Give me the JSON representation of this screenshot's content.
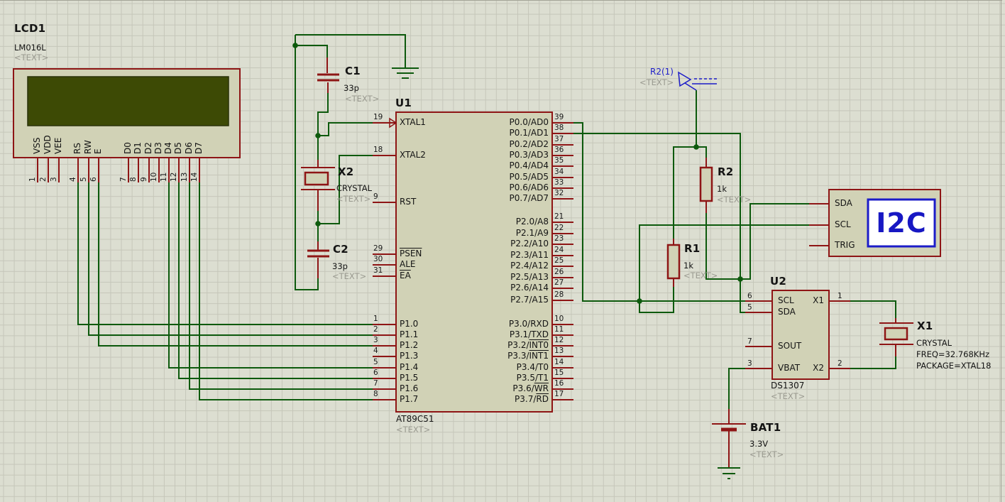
{
  "palette": {
    "canvas_bg": "#dcded1",
    "grid_line": "#c5c6b9",
    "wire_green": "#0d5a0d",
    "component_red": "#8e1515",
    "component_fill": "#d1d2b6",
    "lcd_screen_green": "#3d4a05",
    "placeholder_grey": "#9a9a90",
    "accent_blue": "#1c1cc8"
  },
  "lcd1": {
    "ref": "LCD1",
    "model": "LM016L",
    "placeholder": "<TEXT>",
    "pin_names": [
      "VSS",
      "VDD",
      "VEE",
      "RS",
      "RW",
      "E",
      "D0",
      "D1",
      "D2",
      "D3",
      "D4",
      "D5",
      "D6",
      "D7"
    ],
    "pin_numbers": [
      "1",
      "2",
      "3",
      "4",
      "5",
      "6",
      "7",
      "8",
      "9",
      "10",
      "11",
      "12",
      "13",
      "14"
    ]
  },
  "u1": {
    "ref": "U1",
    "part": "AT89C51",
    "placeholder": "<TEXT>",
    "left_pins": [
      {
        "num": "19",
        "pre": "XTAL1"
      },
      {
        "num": "18",
        "pre": "XTAL2"
      },
      {
        "num": "9",
        "pre": "RST"
      },
      {
        "num": "29",
        "pre": "",
        "bar": "PSEN"
      },
      {
        "num": "30",
        "pre": "ALE"
      },
      {
        "num": "31",
        "pre": "",
        "bar": "EA"
      },
      {
        "num": "1",
        "pre": "P1.0"
      },
      {
        "num": "2",
        "pre": "P1.1"
      },
      {
        "num": "3",
        "pre": "P1.2"
      },
      {
        "num": "4",
        "pre": "P1.3"
      },
      {
        "num": "5",
        "pre": "P1.4"
      },
      {
        "num": "6",
        "pre": "P1.5"
      },
      {
        "num": "7",
        "pre": "P1.6"
      },
      {
        "num": "8",
        "pre": "P1.7"
      }
    ],
    "right_pins": [
      {
        "num": "39",
        "pre": "P0.0/AD0"
      },
      {
        "num": "38",
        "pre": "P0.1/AD1"
      },
      {
        "num": "37",
        "pre": "P0.2/AD2"
      },
      {
        "num": "36",
        "pre": "P0.3/AD3"
      },
      {
        "num": "35",
        "pre": "P0.4/AD4"
      },
      {
        "num": "34",
        "pre": "P0.5/AD5"
      },
      {
        "num": "33",
        "pre": "P0.6/AD6"
      },
      {
        "num": "32",
        "pre": "P0.7/AD7"
      },
      {
        "num": "21",
        "pre": "P2.0/A8"
      },
      {
        "num": "22",
        "pre": "P2.1/A9"
      },
      {
        "num": "23",
        "pre": "P2.2/A10"
      },
      {
        "num": "24",
        "pre": "P2.3/A11"
      },
      {
        "num": "25",
        "pre": "P2.4/A12"
      },
      {
        "num": "26",
        "pre": "P2.5/A13"
      },
      {
        "num": "27",
        "pre": "P2.6/A14"
      },
      {
        "num": "28",
        "pre": "P2.7/A15"
      },
      {
        "num": "10",
        "pre": "P3.0/RXD"
      },
      {
        "num": "11",
        "pre": "P3.1/TXD"
      },
      {
        "num": "12",
        "pre": "P3.2/",
        "bar": "INT0"
      },
      {
        "num": "13",
        "pre": "P3.3/",
        "bar": "INT1"
      },
      {
        "num": "14",
        "pre": "P3.4/T0"
      },
      {
        "num": "15",
        "pre": "P3.5/T1"
      },
      {
        "num": "16",
        "pre": "P3.6/",
        "bar": "WR"
      },
      {
        "num": "17",
        "pre": "P3.7/",
        "bar": "RD"
      }
    ]
  },
  "c1": {
    "ref": "C1",
    "value": "33p",
    "placeholder": "<TEXT>"
  },
  "c2": {
    "ref": "C2",
    "value": "33p",
    "placeholder": "<TEXT>"
  },
  "x2": {
    "ref": "X2",
    "value": "CRYSTAL",
    "placeholder": "<TEXT>"
  },
  "x1": {
    "ref": "X1",
    "value": "CRYSTAL",
    "freq": "FREQ=32.768KHz",
    "package": "PACKAGE=XTAL18"
  },
  "r1": {
    "ref": "R1",
    "value": "1k",
    "placeholder": "<TEXT>"
  },
  "r2": {
    "ref": "R2",
    "value": "1k",
    "placeholder": "<TEXT>"
  },
  "u2": {
    "ref": "U2",
    "part": "DS1307",
    "placeholder": "<TEXT>",
    "left_pins": [
      {
        "num": "6",
        "name": "SCL"
      },
      {
        "num": "5",
        "name": "SDA"
      },
      {
        "num": "7",
        "name": "SOUT"
      },
      {
        "num": "3",
        "name": "VBAT"
      }
    ],
    "right_pins": [
      {
        "num": "1",
        "name": "X1"
      },
      {
        "num": "2",
        "name": "X2"
      }
    ]
  },
  "bat1": {
    "ref": "BAT1",
    "value": "3.3V",
    "placeholder": "<TEXT>"
  },
  "i2c_debugger": {
    "pins": [
      "SDA",
      "SCL",
      "TRIG"
    ],
    "logo": "I2C"
  },
  "power_terminal": {
    "label": "R2(1)",
    "placeholder": "<TEXT>"
  }
}
